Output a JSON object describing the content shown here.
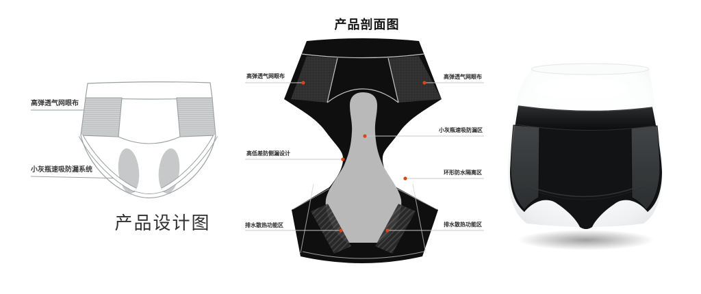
{
  "panels": {
    "design": {
      "caption": "产品设计图",
      "callouts": [
        {
          "text": "高弹透气网眼布"
        },
        {
          "text": "小灰瓶速吸防漏系统"
        }
      ]
    },
    "cross_section": {
      "title": "产品剖面图",
      "callouts_left": [
        {
          "text": "高弹透气网眼布"
        },
        {
          "text": "高低差防侧漏设计"
        },
        {
          "text": "排水散热功能区"
        }
      ],
      "callouts_right": [
        {
          "text": "高弹透气网眼布"
        },
        {
          "text": "小灰瓶速吸防漏区"
        },
        {
          "text": "环形防水隔离区"
        },
        {
          "text": "排水散热功能区"
        }
      ]
    },
    "photo": {
      "subject": "black high-waist briefs on white mannequin"
    }
  },
  "colors": {
    "background": "#ffffff",
    "marker_dot": "#dd4518",
    "callout_line": "#c8c8c8",
    "fabric_black": "#0f0f0f",
    "mesh_charcoal": "#2e2e2e",
    "absorbent_pad_gray": "#b9b9b9",
    "sketch_outline": "#9aa0a3"
  }
}
